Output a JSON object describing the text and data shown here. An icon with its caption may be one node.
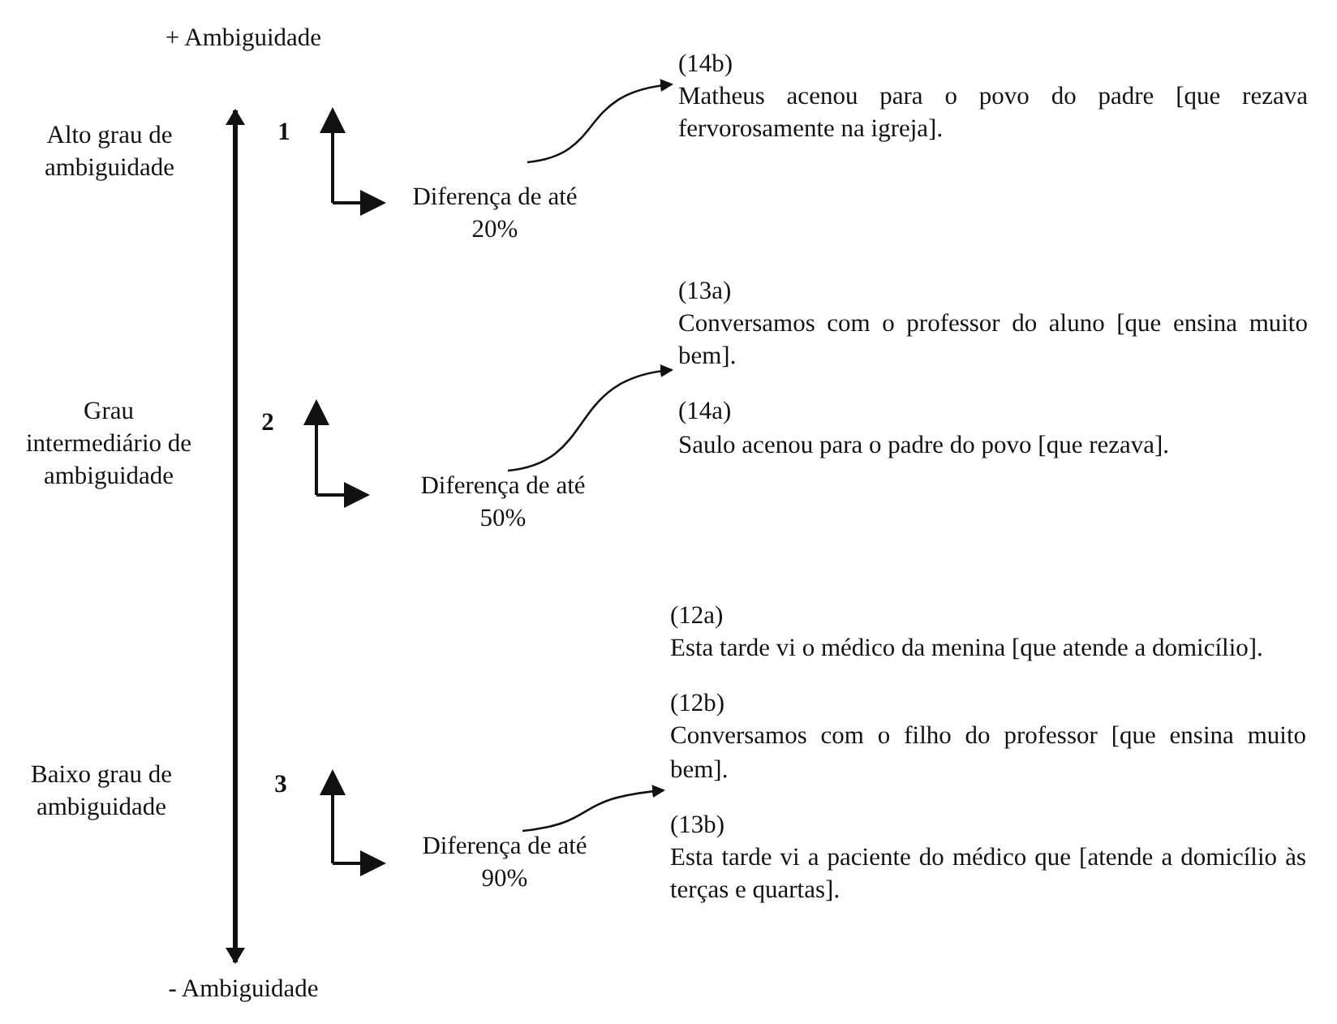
{
  "diagram": {
    "nodes": [
      {
        "text": [
          "Diferença de até 20%"
        ]
      },
      {
        "text": [
          "(14b)",
          "Matheus acenou para o povo do padre [que rezava fervorosamente na igreja]."
        ]
      },
      {
        "text": [
          "Diferença de até 50%"
        ]
      },
      {
        "text": [
          "(13a)",
          "Conversamos com o professor do aluno [que ensina muito bem].",
          "(14a)",
          "Saulo acenou para o padre do povo [que rezava]."
        ]
      },
      {
        "text": [
          "Diferença de até 90%"
        ]
      },
      {
        "text": [
          "(12a)",
          "Esta tarde vi o médico da menina [que atende a domicílio].",
          "(12b)",
          "Conversamos com o filho do professor [que ensina muito bem].",
          "(13b)",
          "Esta tarde vi a paciente do médico que [atende a domicílio às terças e quartas]."
        ]
      }
    ],
    "edges": [
      {
        "from": 0,
        "to": 1,
        "arrow": "to"
      },
      {
        "from": 2,
        "to": 3,
        "arrow": "to"
      },
      {
        "from": 4,
        "to": 5,
        "arrow": "to"
      }
    ],
    "labels": [
      "+ Ambiguidade",
      "Alto grau de ambiguidade",
      "1",
      "Grau intermediário de ambiguidade",
      "2",
      "Baixo grau de ambiguidade",
      "3",
      "- Ambiguidade"
    ]
  }
}
